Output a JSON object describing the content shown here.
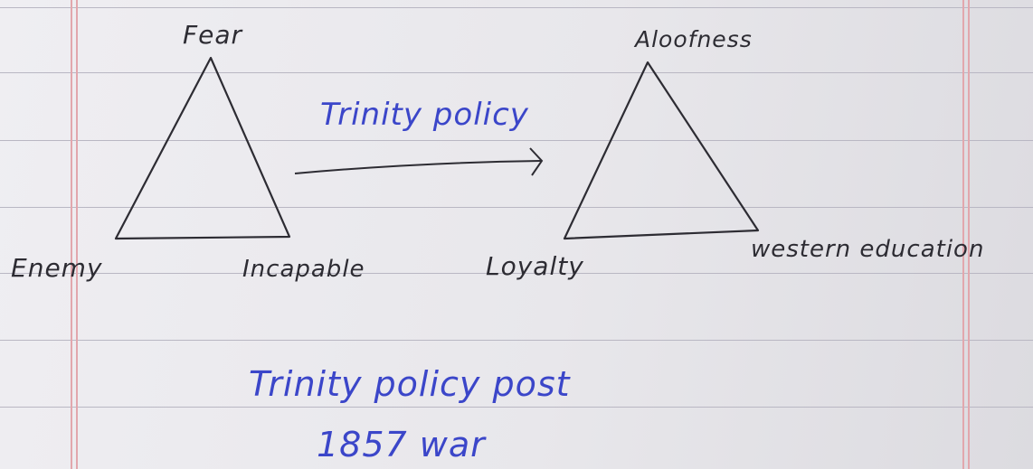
{
  "diagram": {
    "left_triangle": {
      "top_label": "Fear",
      "bottom_left_label": "Enemy",
      "bottom_right_label": "Incapable"
    },
    "arrow_label": "Trinity policy",
    "right_triangle": {
      "top_label": "Aloofness",
      "bottom_left_label": "Loyalty",
      "bottom_right_label": "western education"
    },
    "caption_line1": "Trinity policy post",
    "caption_line2": "1857 war"
  },
  "colors": {
    "pencil": "#2d2c33",
    "blue_ink": "#3b46c9",
    "ruled_line": "#b9b7c3",
    "margin_line": "#e2a7ad",
    "paper": "#ecebef"
  }
}
